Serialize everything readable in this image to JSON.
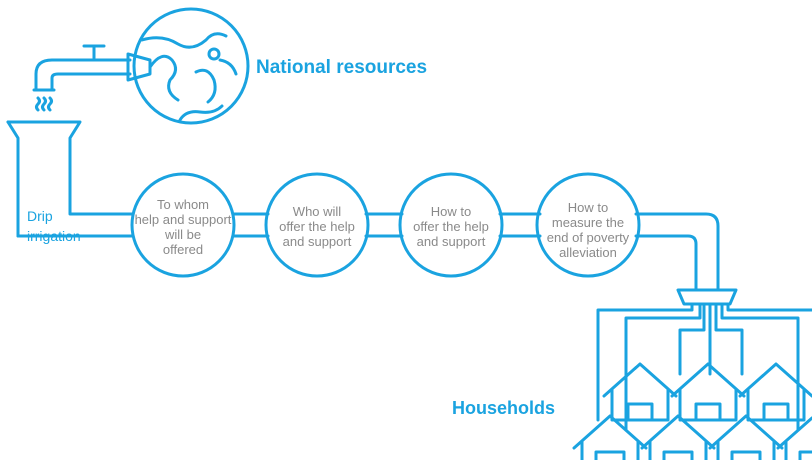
{
  "labels": {
    "national_resources": "National resources",
    "households": "Households",
    "drip_line1": "Drip",
    "drip_line2": "irrigation"
  },
  "steps": [
    {
      "line1": "To whom",
      "line2": "help and support",
      "line3": "will be",
      "line4": "offered"
    },
    {
      "line1": "Who will",
      "line2": "offer the help",
      "line3": "and support"
    },
    {
      "line1": "How to",
      "line2": "offer the help",
      "line3": "and support"
    },
    {
      "line1": "How to",
      "line2": "measure the",
      "line3": "end of poverty",
      "line4": "alleviation"
    }
  ],
  "colors": {
    "accent": "#1aa3e0",
    "step_text": "#8a8a8a"
  }
}
